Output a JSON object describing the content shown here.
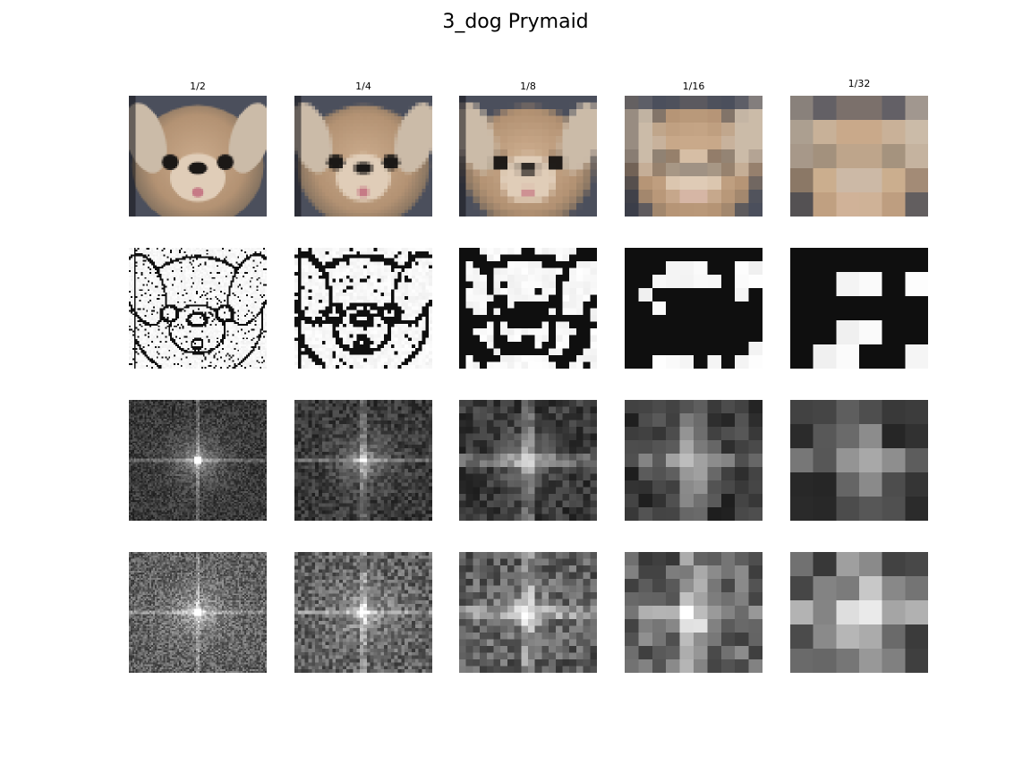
{
  "figure": {
    "title": "3_dog Prymaid",
    "columns": [
      "1/2",
      "1/4",
      "1/8",
      "1/16",
      "1/32"
    ],
    "rows": [
      {
        "kind": "image-color",
        "icon": "dog-photo"
      },
      {
        "kind": "edge-map",
        "icon": "edge-image"
      },
      {
        "kind": "spectrum",
        "icon": "fft-magnitude"
      },
      {
        "kind": "spectrum-noisy",
        "icon": "fft-magnitude"
      }
    ]
  }
}
